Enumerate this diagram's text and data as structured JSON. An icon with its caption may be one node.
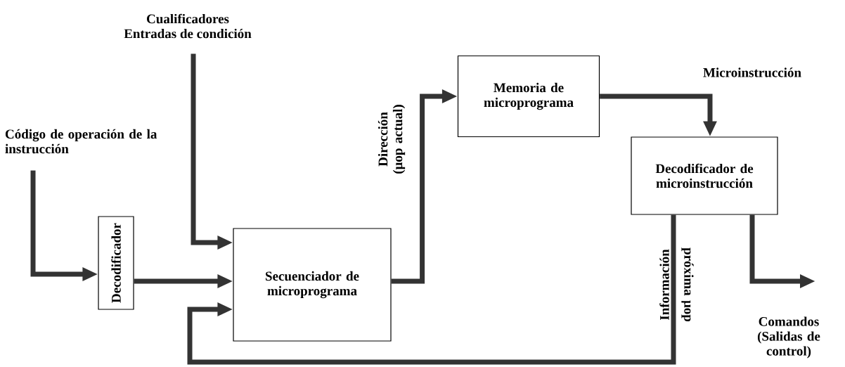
{
  "diagram": {
    "nodes": [
      {
        "text": [
          "Decodificador"
        ]
      },
      {
        "text": [
          "Secuenciador de microprograma"
        ]
      },
      {
        "text": [
          "Memoria de microprograma"
        ]
      },
      {
        "text": [
          "Decodificador de microinstrucción"
        ]
      },
      {
        "text": [
          "Código de operación de la instrucción"
        ]
      },
      {
        "text": [
          "Cualificadores",
          "Entradas de condición"
        ]
      }
    ],
    "edges": [
      {
        "from": 4,
        "to": 0,
        "arrow": "to"
      },
      {
        "from": 5,
        "to": 1,
        "arrow": "to"
      },
      {
        "from": 0,
        "to": 1,
        "arrow": "to"
      },
      {
        "from": 1,
        "to": 2,
        "label": "Dirección (μop actual)",
        "arrow": "to"
      },
      {
        "from": 3,
        "to": 1,
        "label": "Información",
        "arrow": "to"
      },
      {
        "from": 2,
        "to": 3,
        "label": "Microinstrucción",
        "arrow": "to"
      },
      {
        "from": 3,
        "to": null,
        "arrow": "to"
      }
    ],
    "labels": [
      "próxima μop",
      "Comandos (Salidas de control)"
    ]
  }
}
